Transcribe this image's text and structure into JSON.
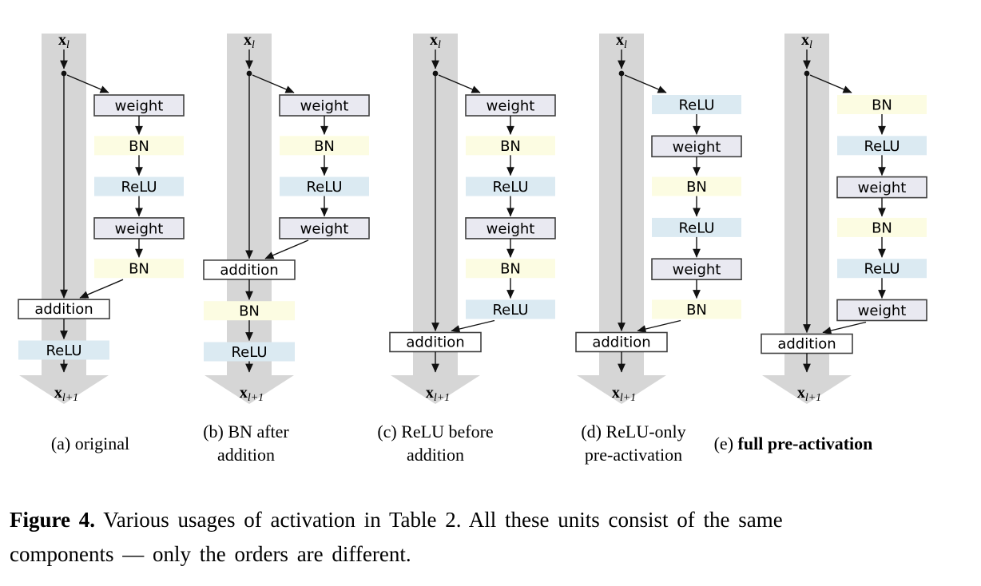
{
  "figure": {
    "units": [
      {
        "id": "a",
        "branch": [
          "weight",
          "BN",
          "ReLU",
          "weight",
          "BN"
        ],
        "after_addition": [
          "ReLU"
        ],
        "caption_lines": [
          [
            {
              "text": "(a) original",
              "bold": false
            }
          ]
        ]
      },
      {
        "id": "b",
        "branch": [
          "weight",
          "BN",
          "ReLU",
          "weight"
        ],
        "after_addition": [
          "BN",
          "ReLU"
        ],
        "caption_lines": [
          [
            {
              "text": "(b) BN after",
              "bold": false
            }
          ],
          [
            {
              "text": "addition",
              "bold": false
            }
          ]
        ]
      },
      {
        "id": "c",
        "branch": [
          "weight",
          "BN",
          "ReLU",
          "weight",
          "BN",
          "ReLU"
        ],
        "after_addition": [],
        "caption_lines": [
          [
            {
              "text": "(c) ReLU before",
              "bold": false
            }
          ],
          [
            {
              "text": "addition",
              "bold": false
            }
          ]
        ]
      },
      {
        "id": "d",
        "branch": [
          "ReLU",
          "weight",
          "BN",
          "ReLU",
          "weight",
          "BN"
        ],
        "after_addition": [],
        "caption_lines": [
          [
            {
              "text": "(d) ReLU-only",
              "bold": false
            }
          ],
          [
            {
              "text": "pre-activation",
              "bold": false
            }
          ]
        ]
      },
      {
        "id": "e",
        "branch": [
          "BN",
          "ReLU",
          "weight",
          "BN",
          "ReLU",
          "weight"
        ],
        "after_addition": [],
        "caption_lines": [
          [
            {
              "text": "(e) ",
              "bold": false
            },
            {
              "text": "full pre-activation",
              "bold": true
            }
          ]
        ]
      }
    ],
    "labels": {
      "addition": "addition",
      "input_base": "x",
      "input_sub": "l",
      "output_base": "x",
      "output_sub": "l+1"
    },
    "colors": {
      "weight_fill": "#e9e9f1",
      "bn_fill": "#fcfce2",
      "relu_fill": "#dbeaf2",
      "addition_fill": "#ffffff",
      "box_border": "#404040",
      "shortcut_band": "#d6d6d6",
      "line": "#111111"
    },
    "caption": {
      "label": "Figure 4.",
      "line1": "Various usages of activation in Table 2. All these units consist of the same",
      "line2": "components — only the orders are different."
    }
  }
}
